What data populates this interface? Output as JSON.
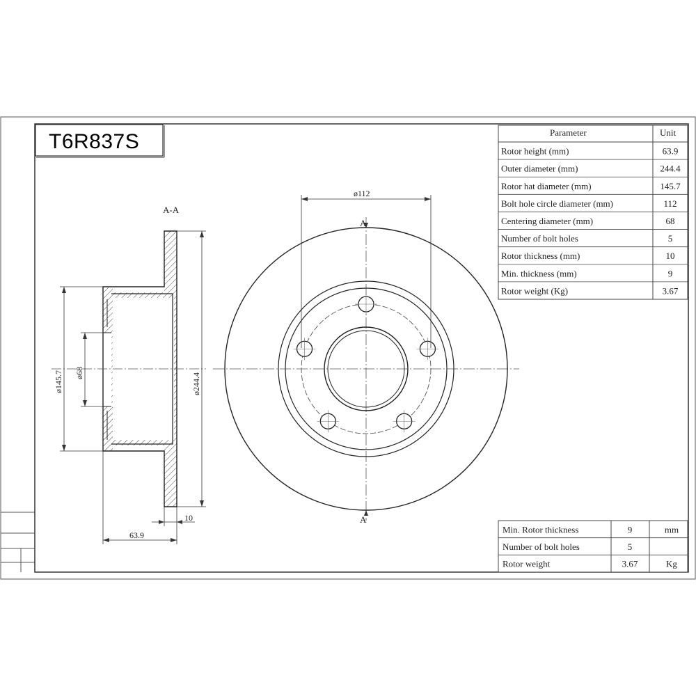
{
  "drawing": {
    "part_number": "T6R837S",
    "section_label": "A-A",
    "section_marker": "A"
  },
  "dimensions": {
    "bolt_circle": "ø112",
    "hat_diameter": "ø145.7",
    "center_diameter": "ø68",
    "outer_diameter": "ø244.4",
    "thickness": "10",
    "height": "63.9"
  },
  "parameter_table": {
    "headers": [
      "Parameter",
      "Unit"
    ],
    "rows": [
      {
        "name": "Rotor height (mm)",
        "value": "63.9"
      },
      {
        "name": "Outer diameter (mm)",
        "value": "244.4"
      },
      {
        "name": "Rotor hat diameter (mm)",
        "value": "145.7"
      },
      {
        "name": "Bolt hole circle diameter (mm)",
        "value": "112"
      },
      {
        "name": "Centering diameter (mm)",
        "value": "68"
      },
      {
        "name": "Number of bolt holes",
        "value": "5"
      },
      {
        "name": "Rotor thickness (mm)",
        "value": "10"
      },
      {
        "name": "Min. thickness (mm)",
        "value": "9"
      },
      {
        "name": "Rotor weight (Kg)",
        "value": "3.67"
      }
    ]
  },
  "summary_table": {
    "rows": [
      {
        "name": "Min. Rotor thickness",
        "value": "9",
        "unit": "mm"
      },
      {
        "name": "Number of bolt holes",
        "value": "5",
        "unit": ""
      },
      {
        "name": "Rotor weight",
        "value": "3.67",
        "unit": "Kg"
      }
    ]
  }
}
